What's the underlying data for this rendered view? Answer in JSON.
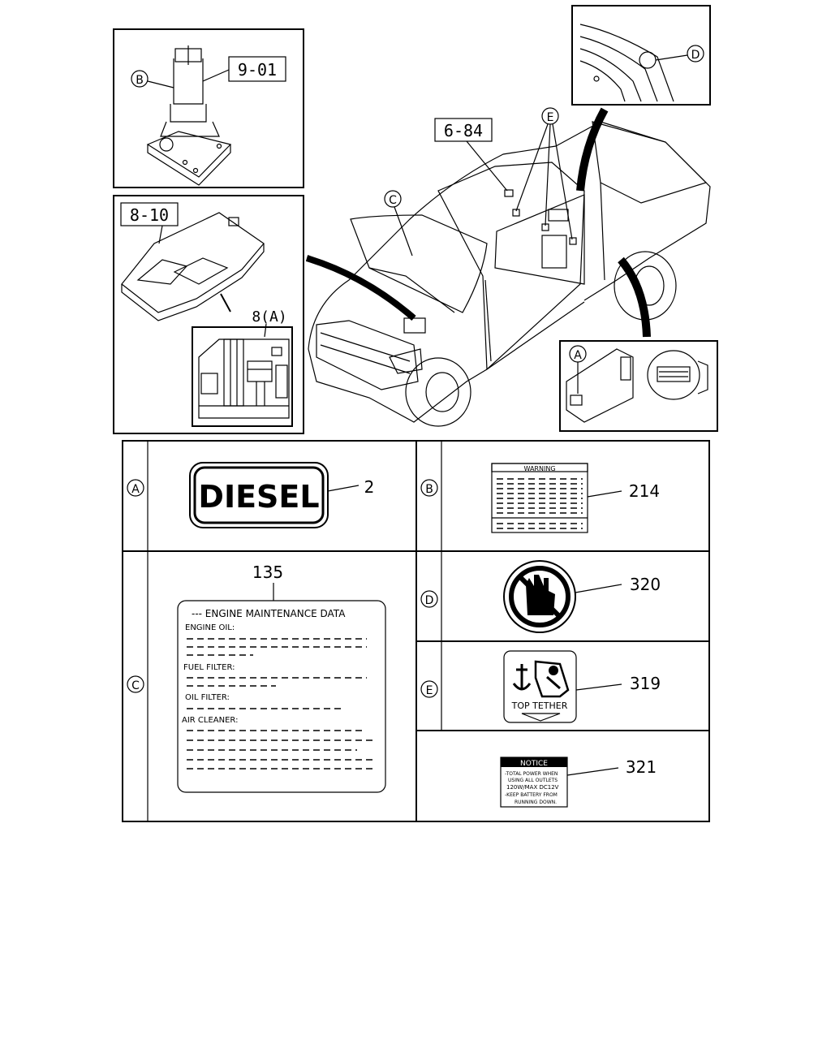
{
  "callouts": {
    "jack_ref": "9-01",
    "fuse_ref": "8-10",
    "fuse_sub_ref": "8(A)",
    "cab_ref": "6-84",
    "letter_a": "A",
    "letter_b": "B",
    "letter_c": "C",
    "letter_d": "D",
    "letter_e": "E"
  },
  "labels": {
    "diesel": {
      "text": "DIESEL",
      "part_no": "2"
    },
    "warning": {
      "header": "WARNING",
      "part_no": "214"
    },
    "engine": {
      "part_no": "135",
      "title": "--- ENGINE MAINTENANCE DATA",
      "engine_oil": "ENGINE OIL:",
      "fuel_filter": "FUEL FILTER:",
      "oil_filter": "OIL FILTER:",
      "air_cleaner": "AIR CLEANER:"
    },
    "hand_sign": {
      "part_no": "320"
    },
    "tether": {
      "text": "TOP TETHER",
      "part_no": "319"
    },
    "notice": {
      "header": "NOTICE",
      "line1": "-TOTAL POWER WHEN",
      "line2": "USING ALL OUTLETS",
      "line3": "120W/MAX DC12V",
      "line4": "-KEEP BATTERY FROM",
      "line5": "RUNNING DOWN.",
      "part_no": "321"
    }
  }
}
